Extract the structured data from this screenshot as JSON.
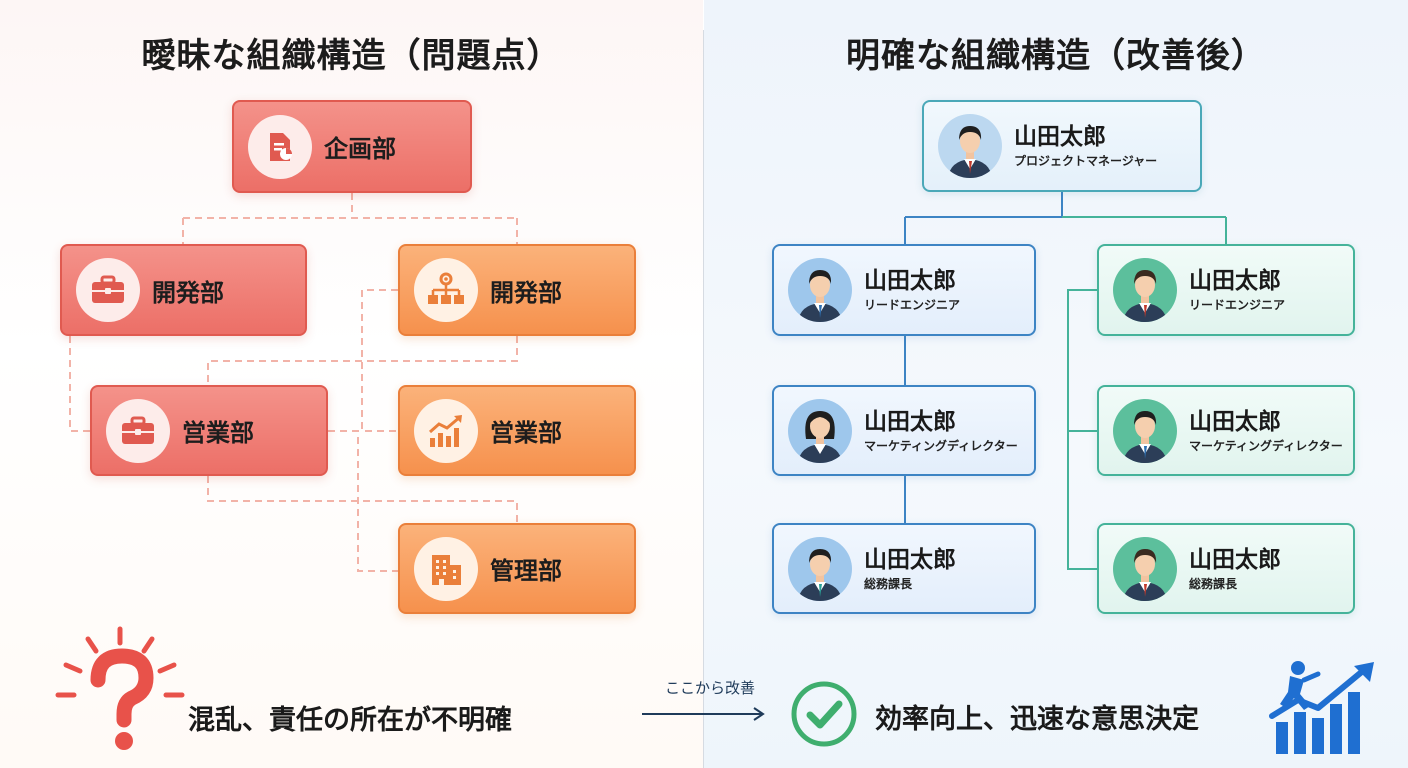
{
  "left": {
    "title": "曖昧な組織構造（問題点）",
    "departments": [
      {
        "label": "企画部",
        "icon": "document-chart-icon"
      },
      {
        "label": "開発部",
        "icon": "briefcase-icon"
      },
      {
        "label": "開発部",
        "icon": "hierarchy-gear-icon"
      },
      {
        "label": "営業部",
        "icon": "briefcase-icon"
      },
      {
        "label": "営業部",
        "icon": "bar-chart-up-icon"
      },
      {
        "label": "管理部",
        "icon": "building-icon"
      }
    ],
    "bottom_text": "混乱、責任の所在が不明確",
    "bottom_icon": "question-mark-icon"
  },
  "transition": {
    "label": "ここから改善",
    "icon": "arrow-right-icon"
  },
  "right": {
    "title": "明確な組織構造（改善後）",
    "top": {
      "name": "山田太郎",
      "role": "プロジェクトマネージャー"
    },
    "blue_column": [
      {
        "name": "山田太郎",
        "role": "リードエンジニア"
      },
      {
        "name": "山田太郎",
        "role": "マーケティングディレクター"
      },
      {
        "name": "山田太郎",
        "role": "総務課長"
      }
    ],
    "green_column": [
      {
        "name": "山田太郎",
        "role": "リードエンジニア"
      },
      {
        "name": "山田太郎",
        "role": "マーケティングディレクター"
      },
      {
        "name": "山田太郎",
        "role": "総務課長"
      }
    ],
    "bottom_text": "効率向上、迅速な意思決定",
    "bottom_icon": "check-circle-icon",
    "growth_icon": "person-growth-chart-icon"
  },
  "colors": {
    "red": "#ec6f67",
    "orange": "#f6914d",
    "blue": "#3d84c4",
    "green": "#45b39a",
    "navy": "#1f4e79"
  }
}
